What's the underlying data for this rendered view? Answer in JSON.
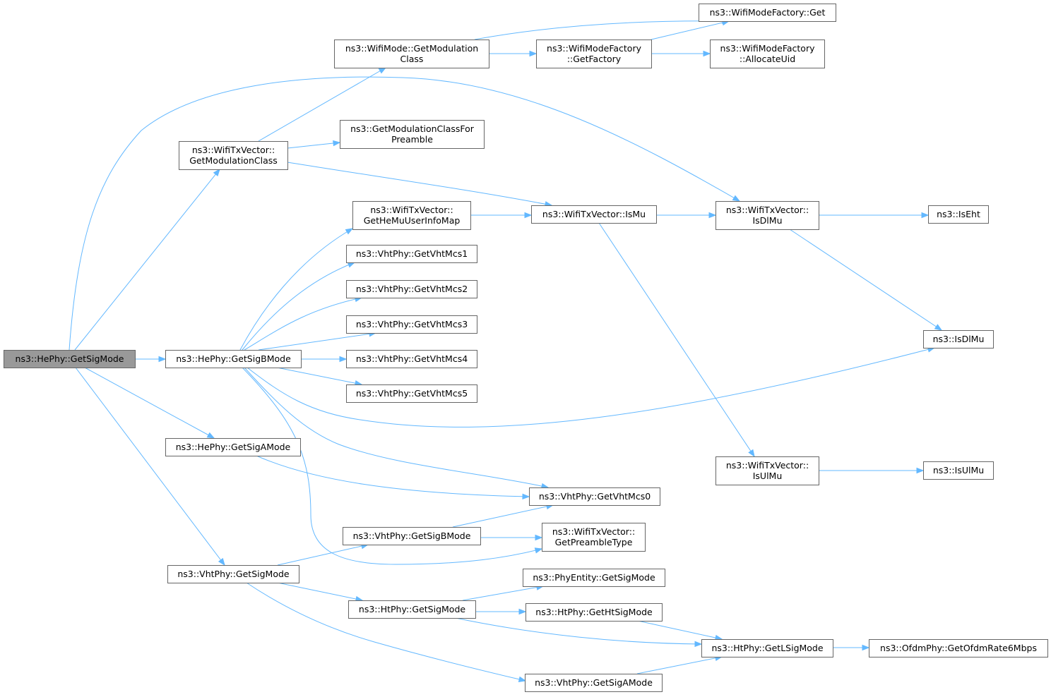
{
  "colors": {
    "edge": "#63b8ff",
    "node_border": "#666666",
    "root_fill": "#999999",
    "node_fill": "#ffffff"
  },
  "nodes": [
    {
      "id": "hephy_getsigmode",
      "lines": [
        "ns3::HePhy::GetSigMode"
      ],
      "root": true
    },
    {
      "id": "wifimode_getmodclass",
      "lines": [
        "ns3::WifiMode::GetModulation",
        "Class"
      ]
    },
    {
      "id": "modefactory_get",
      "lines": [
        "ns3::WifiModeFactory::Get"
      ]
    },
    {
      "id": "modefactory_getfactory",
      "lines": [
        "ns3::WifiModeFactory",
        "::GetFactory"
      ]
    },
    {
      "id": "modefactory_allocuid",
      "lines": [
        "ns3::WifiModeFactory",
        "::AllocateUid"
      ]
    },
    {
      "id": "txvec_getmodclass",
      "lines": [
        "ns3::WifiTxVector::",
        "GetModulationClass"
      ]
    },
    {
      "id": "getmodclassforpreamble",
      "lines": [
        "ns3::GetModulationClassFor",
        "Preamble"
      ]
    },
    {
      "id": "txvec_gethemuuserinfomap",
      "lines": [
        "ns3::WifiTxVector::",
        "GetHeMuUserInfoMap"
      ]
    },
    {
      "id": "txvec_ismu",
      "lines": [
        "ns3::WifiTxVector::IsMu"
      ]
    },
    {
      "id": "txvec_isdlmu",
      "lines": [
        "ns3::WifiTxVector::",
        "IsDlMu"
      ]
    },
    {
      "id": "iseht",
      "lines": [
        "ns3::IsEht"
      ]
    },
    {
      "id": "vht_getvhtmcs1",
      "lines": [
        "ns3::VhtPhy::GetVhtMcs1"
      ]
    },
    {
      "id": "vht_getvhtmcs2",
      "lines": [
        "ns3::VhtPhy::GetVhtMcs2"
      ]
    },
    {
      "id": "vht_getvhtmcs3",
      "lines": [
        "ns3::VhtPhy::GetVhtMcs3"
      ]
    },
    {
      "id": "hephy_getsigbmode",
      "lines": [
        "ns3::HePhy::GetSigBMode"
      ]
    },
    {
      "id": "vht_getvhtmcs4",
      "lines": [
        "ns3::VhtPhy::GetVhtMcs4"
      ]
    },
    {
      "id": "vht_getvhtmcs5",
      "lines": [
        "ns3::VhtPhy::GetVhtMcs5"
      ]
    },
    {
      "id": "isdlmu",
      "lines": [
        "ns3::IsDlMu"
      ]
    },
    {
      "id": "hephy_getsigamode",
      "lines": [
        "ns3::HePhy::GetSigAMode"
      ]
    },
    {
      "id": "txvec_isulmu",
      "lines": [
        "ns3::WifiTxVector::",
        "IsUlMu"
      ]
    },
    {
      "id": "isulmu",
      "lines": [
        "ns3::IsUlMu"
      ]
    },
    {
      "id": "vht_getvhtmcs0",
      "lines": [
        "ns3::VhtPhy::GetVhtMcs0"
      ]
    },
    {
      "id": "vht_getsigbmode",
      "lines": [
        "ns3::VhtPhy::GetSigBMode"
      ]
    },
    {
      "id": "txvec_getpreambletype",
      "lines": [
        "ns3::WifiTxVector::",
        "GetPreambleType"
      ]
    },
    {
      "id": "vht_getsigmode",
      "lines": [
        "ns3::VhtPhy::GetSigMode"
      ]
    },
    {
      "id": "phyentity_getsigmode",
      "lines": [
        "ns3::PhyEntity::GetSigMode"
      ]
    },
    {
      "id": "ht_getsigmode",
      "lines": [
        "ns3::HtPhy::GetSigMode"
      ]
    },
    {
      "id": "ht_gethtsigmode",
      "lines": [
        "ns3::HtPhy::GetHtSigMode"
      ]
    },
    {
      "id": "ht_getlsigmode",
      "lines": [
        "ns3::HtPhy::GetLSigMode"
      ]
    },
    {
      "id": "ofdm_getofdmrate6mbps",
      "lines": [
        "ns3::OfdmPhy::GetOfdmRate6Mbps"
      ]
    },
    {
      "id": "vht_getsigamode",
      "lines": [
        "ns3::VhtPhy::GetSigAMode"
      ]
    }
  ],
  "edges": [
    {
      "from": "hephy_getsigmode",
      "to": "txvec_getmodclass"
    },
    {
      "from": "hephy_getsigmode",
      "to": "txvec_isdlmu"
    },
    {
      "from": "hephy_getsigmode",
      "to": "hephy_getsigbmode"
    },
    {
      "from": "hephy_getsigmode",
      "to": "hephy_getsigamode"
    },
    {
      "from": "hephy_getsigmode",
      "to": "vht_getsigmode"
    },
    {
      "from": "wifimode_getmodclass",
      "to": "modefactory_get"
    },
    {
      "from": "wifimode_getmodclass",
      "to": "modefactory_getfactory"
    },
    {
      "from": "modefactory_getfactory",
      "to": "modefactory_get"
    },
    {
      "from": "modefactory_getfactory",
      "to": "modefactory_allocuid"
    },
    {
      "from": "txvec_getmodclass",
      "to": "wifimode_getmodclass"
    },
    {
      "from": "txvec_getmodclass",
      "to": "getmodclassforpreamble"
    },
    {
      "from": "txvec_getmodclass",
      "to": "txvec_ismu"
    },
    {
      "from": "txvec_gethemuuserinfomap",
      "to": "txvec_ismu"
    },
    {
      "from": "txvec_ismu",
      "to": "txvec_isdlmu"
    },
    {
      "from": "txvec_ismu",
      "to": "txvec_isulmu"
    },
    {
      "from": "txvec_isdlmu",
      "to": "iseht"
    },
    {
      "from": "txvec_isdlmu",
      "to": "isdlmu"
    },
    {
      "from": "txvec_isulmu",
      "to": "isulmu"
    },
    {
      "from": "hephy_getsigbmode",
      "to": "txvec_gethemuuserinfomap"
    },
    {
      "from": "hephy_getsigbmode",
      "to": "vht_getvhtmcs1"
    },
    {
      "from": "hephy_getsigbmode",
      "to": "vht_getvhtmcs2"
    },
    {
      "from": "hephy_getsigbmode",
      "to": "vht_getvhtmcs3"
    },
    {
      "from": "hephy_getsigbmode",
      "to": "vht_getvhtmcs4"
    },
    {
      "from": "hephy_getsigbmode",
      "to": "vht_getvhtmcs5"
    },
    {
      "from": "hephy_getsigbmode",
      "to": "isdlmu"
    },
    {
      "from": "hephy_getsigbmode",
      "to": "vht_getvhtmcs0"
    },
    {
      "from": "hephy_getsigbmode",
      "to": "txvec_getpreambletype"
    },
    {
      "from": "hephy_getsigamode",
      "to": "vht_getvhtmcs0"
    },
    {
      "from": "vht_getsigbmode",
      "to": "vht_getvhtmcs0"
    },
    {
      "from": "vht_getsigbmode",
      "to": "txvec_getpreambletype"
    },
    {
      "from": "vht_getsigmode",
      "to": "vht_getsigbmode"
    },
    {
      "from": "vht_getsigmode",
      "to": "ht_getsigmode"
    },
    {
      "from": "vht_getsigmode",
      "to": "vht_getsigamode"
    },
    {
      "from": "ht_getsigmode",
      "to": "phyentity_getsigmode"
    },
    {
      "from": "ht_getsigmode",
      "to": "ht_gethtsigmode"
    },
    {
      "from": "ht_getsigmode",
      "to": "ht_getlsigmode"
    },
    {
      "from": "ht_gethtsigmode",
      "to": "ht_getlsigmode"
    },
    {
      "from": "ht_getlsigmode",
      "to": "ofdm_getofdmrate6mbps"
    },
    {
      "from": "vht_getsigamode",
      "to": "ht_getlsigmode"
    }
  ]
}
